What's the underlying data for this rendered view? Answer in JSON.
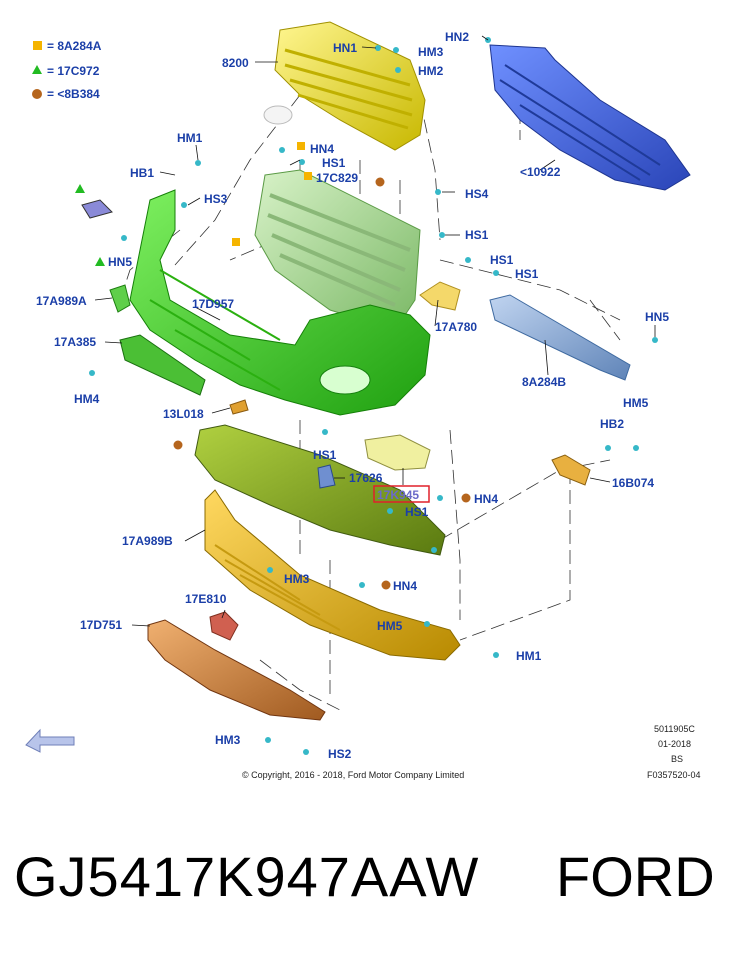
{
  "legend": [
    {
      "text": "= 8A284A",
      "color": "#f5b400",
      "shape": "square"
    },
    {
      "text": "= 17C972",
      "color": "#22bb22",
      "shape": "triangle"
    },
    {
      "text": "= <8B384",
      "color": "#b5651d",
      "shape": "circle"
    }
  ],
  "labels": {
    "l8200": "8200",
    "hn1": "HN1",
    "hm3a": "HM3",
    "hm2": "HM2",
    "hn2": "HN2",
    "l10922": "<10922",
    "hm1a": "HM1",
    "hb1": "HB1",
    "hn4a": "HN4",
    "hs1a": "HS1",
    "l17c829": "17C829",
    "hs3": "HS3",
    "hs4": "HS4",
    "hs1b": "HS1",
    "hn5a": "HN5",
    "hs1c": "HS1",
    "hs1d": "HS1",
    "l17a989a": "17A989A",
    "l17d957": "17D957",
    "l17a780": "17A780",
    "hn5b": "HN5",
    "l17a385": "17A385",
    "l8a284b": "8A284B",
    "hm4": "HM4",
    "l13l018": "13L018",
    "hm5a": "HM5",
    "hb2": "HB2",
    "hs1e": "HS1",
    "l17626": "17626",
    "l17k945": "17K945",
    "hn4b": "HN4",
    "l16b074": "16B074",
    "hs1f": "HS1",
    "l17a989b": "17A989B",
    "hm3b": "HM3",
    "hn4c": "HN4",
    "l17e810": "17E810",
    "l17d751": "17D751",
    "hm5b": "HM5",
    "hm1b": "HM1",
    "hm3c": "HM3",
    "hs2": "HS2"
  },
  "info": {
    "code": "5011905C",
    "date": "01-2018",
    "bs": "BS",
    "ref": "F0357520-04"
  },
  "copyright": "© Copyright, 2016 - 2018, Ford Motor Company Limited",
  "caption": {
    "part_number": "GJ5417K947AAW",
    "brand": "FORD"
  },
  "colors": {
    "label": "#1b3fa8",
    "highlight": "#e0202a",
    "grille": "#e8e030",
    "reinforcement": "#3a5ccc",
    "bumper": "#33cc22",
    "absorber": "#8fd07a",
    "lower": "#e0b020",
    "valance": "#d08030",
    "shield": "#88a828"
  }
}
